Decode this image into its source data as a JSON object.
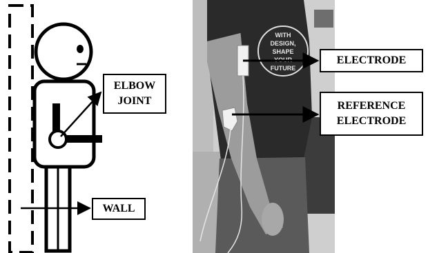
{
  "labels": {
    "elbow_joint": [
      "ELBOW",
      "JOINT"
    ],
    "wall": "WALL",
    "electrode": "ELECTRODE",
    "reference_electrode": [
      "REFERENCE",
      "ELECTRODE"
    ]
  },
  "shirt_text": [
    "WITH",
    "DESIGN,",
    "SHAPE",
    "YOUR",
    "FUTURE"
  ],
  "colors": {
    "ink": "#000000",
    "background": "#ffffff",
    "photo_background": "#cfcfcf",
    "shirt": "#2a2a2a",
    "skin": "#9c9c9c",
    "jeans": "#5a5a5a"
  },
  "icons": {
    "left_panel": "stick-figure-schematic",
    "right_panel": "photo-arm-with-electrodes"
  }
}
